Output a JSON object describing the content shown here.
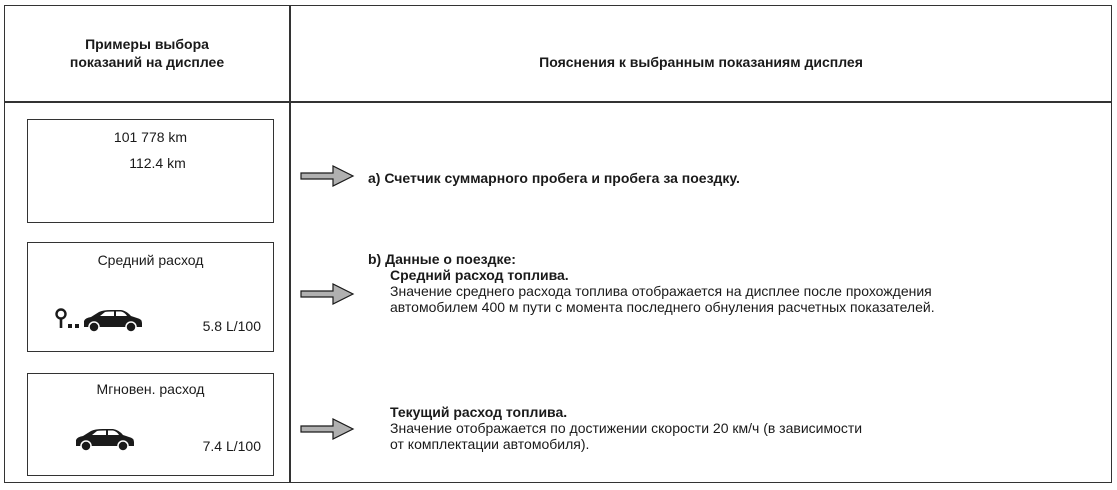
{
  "header": {
    "left": [
      "Примеры выбора",
      "показаний на дисплее"
    ],
    "right": "Пояснения к выбранным показаниям дисплея"
  },
  "displays": [
    {
      "line1": "101 778 km",
      "line2": "112.4 km"
    },
    {
      "title": "Средний расход",
      "icon": "pin-dots-car-icon",
      "value": "5.8 L/100"
    },
    {
      "title": "Мгновен. расход",
      "icon": "car-icon",
      "value": "7.4 L/100"
    }
  ],
  "explanations": {
    "a": "a) Счетчик суммарного пробега и пробега за поездку.",
    "b": {
      "heading": "b) Данные о поездке:",
      "sub1_title": "Средний расход топлива.",
      "sub1_lines": [
        "Значение среднего расхода топлива отображается на дисплее после прохождения",
        "автомобилем 400 м пути с момента последнего обнуления расчетных показателей."
      ],
      "sub2_title": "Текущий расход топлива.",
      "sub2_lines": [
        "Значение отображается по достижении скорости 20 км/ч (в зависимости",
        "от комплектации автомобиля)."
      ]
    }
  },
  "colors": {
    "line": "#333333",
    "text": "#1a1a1a",
    "arrow_fill": "#b0b0b0"
  }
}
